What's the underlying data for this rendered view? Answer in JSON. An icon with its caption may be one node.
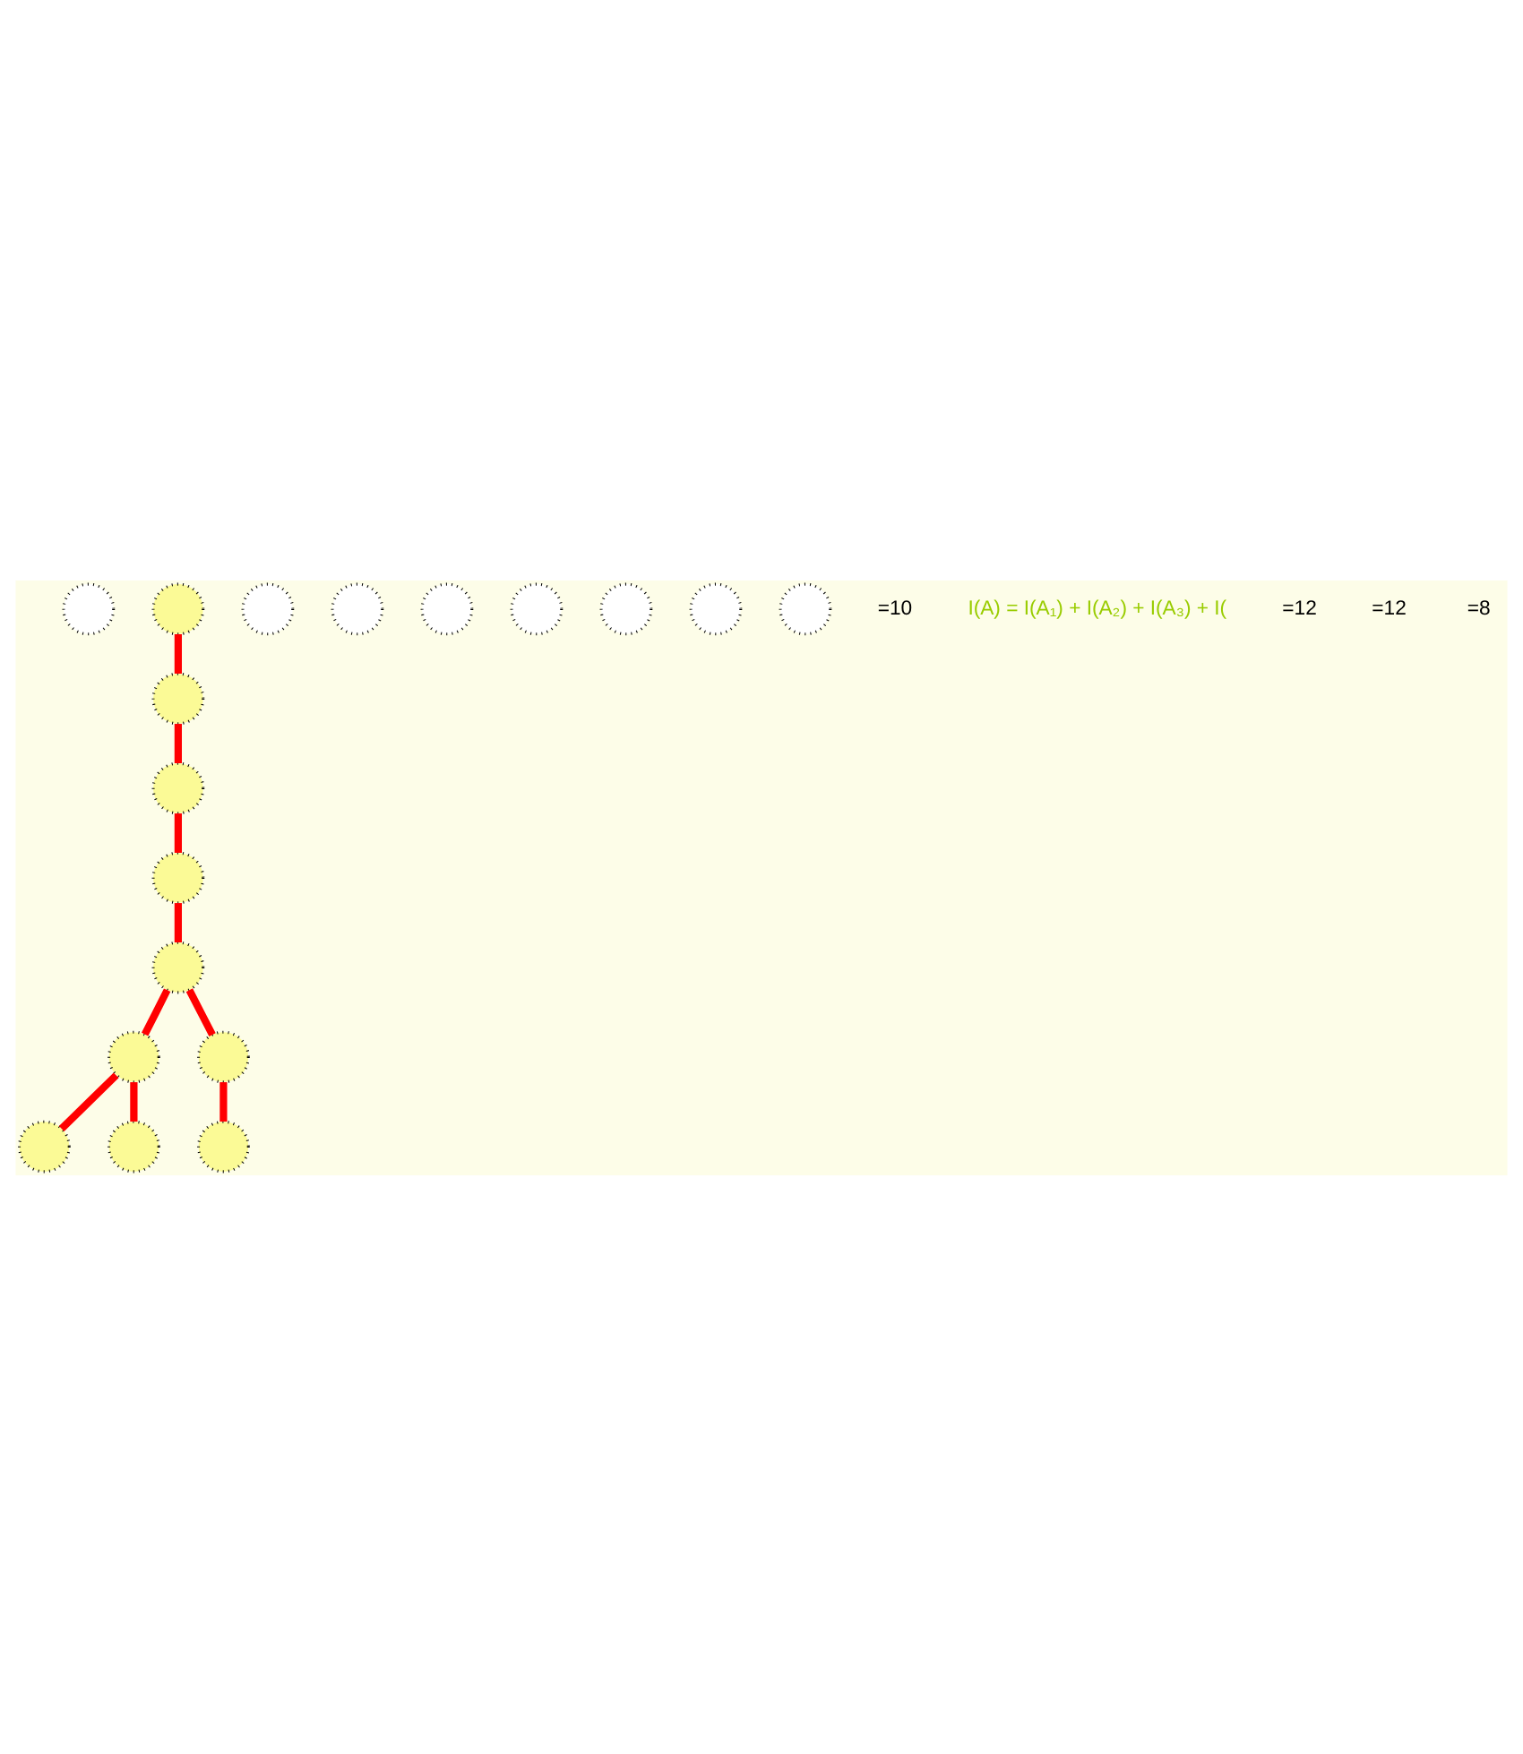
{
  "diagram": {
    "nodes": [
      {
        "text": [],
        "shape": "circle"
      },
      {
        "text": [],
        "shape": "circle"
      },
      {
        "text": [],
        "shape": "circle"
      },
      {
        "text": [],
        "shape": "circle"
      },
      {
        "text": [],
        "shape": "circle"
      },
      {
        "text": [],
        "shape": "circle"
      },
      {
        "text": [],
        "shape": "circle"
      },
      {
        "text": [],
        "shape": "circle"
      },
      {
        "text": [],
        "shape": "circle"
      },
      {
        "text": [],
        "shape": "circle"
      },
      {
        "text": [],
        "shape": "circle"
      },
      {
        "text": [],
        "shape": "circle"
      },
      {
        "text": [],
        "shape": "circle"
      },
      {
        "text": [],
        "shape": "circle"
      },
      {
        "text": [],
        "shape": "circle"
      },
      {
        "text": [],
        "shape": "circle"
      },
      {
        "text": [],
        "shape": "circle"
      },
      {
        "text": [],
        "shape": "circle"
      }
    ],
    "edges": [
      {
        "from": 1,
        "to": 2,
        "arrow": "none"
      },
      {
        "from": 2,
        "to": 3,
        "arrow": "none"
      },
      {
        "from": 3,
        "to": 4,
        "arrow": "none"
      },
      {
        "from": 4,
        "to": 9,
        "arrow": "none"
      },
      {
        "from": 9,
        "to": 12,
        "arrow": "none"
      },
      {
        "from": 12,
        "to": 8,
        "arrow": "none"
      },
      {
        "from": 12,
        "to": 15,
        "arrow": "none"
      },
      {
        "from": 9,
        "to": 16,
        "arrow": "none"
      },
      {
        "from": 16,
        "to": 13,
        "arrow": "none"
      }
    ],
    "labels": [
      "=10",
      "I(A) = I(A₁) + I(A₂) + I(A₃) + I(",
      "=12",
      "=12",
      "=8"
    ]
  }
}
